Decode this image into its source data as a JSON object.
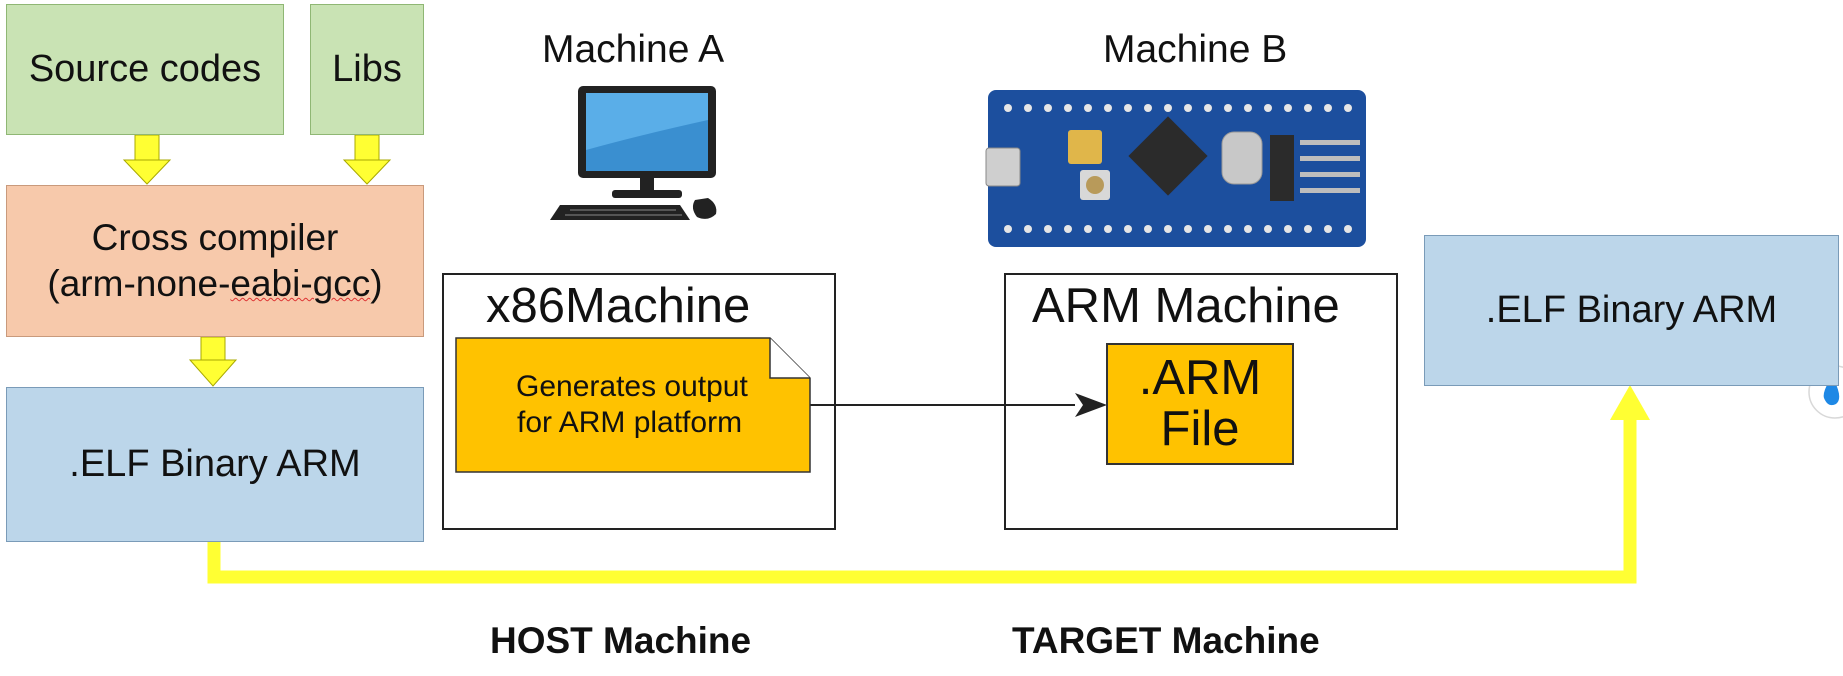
{
  "host_side": {
    "source_codes": "Source codes",
    "libs": "Libs",
    "cross_compiler_title": "Cross compiler",
    "cross_compiler_cmd": "(arm-none-eabi-gcc)",
    "elf_binary": ".ELF Binary ARM"
  },
  "machine_a": {
    "title": "Machine A",
    "icon": "desktop-computer-icon",
    "box_title": "x86Machine",
    "note_line1": "Generates output",
    "note_line2": "for ARM platform"
  },
  "machine_b": {
    "title": "Machine B",
    "icon": "microcontroller-board-icon",
    "box_title": "ARM Machine",
    "file_label": ".ARM\nFile"
  },
  "target_side": {
    "elf_binary": ".ELF Binary ARM"
  },
  "footer": {
    "host_label": "HOST Machine",
    "target_label": "TARGET Machine"
  },
  "colors": {
    "arrow_yellow": "#ffff33",
    "note_orange": "#ffc200",
    "green_box": "#c9e3b4",
    "peach_box": "#f7c9ab",
    "blue_box": "#bcd6ea"
  }
}
